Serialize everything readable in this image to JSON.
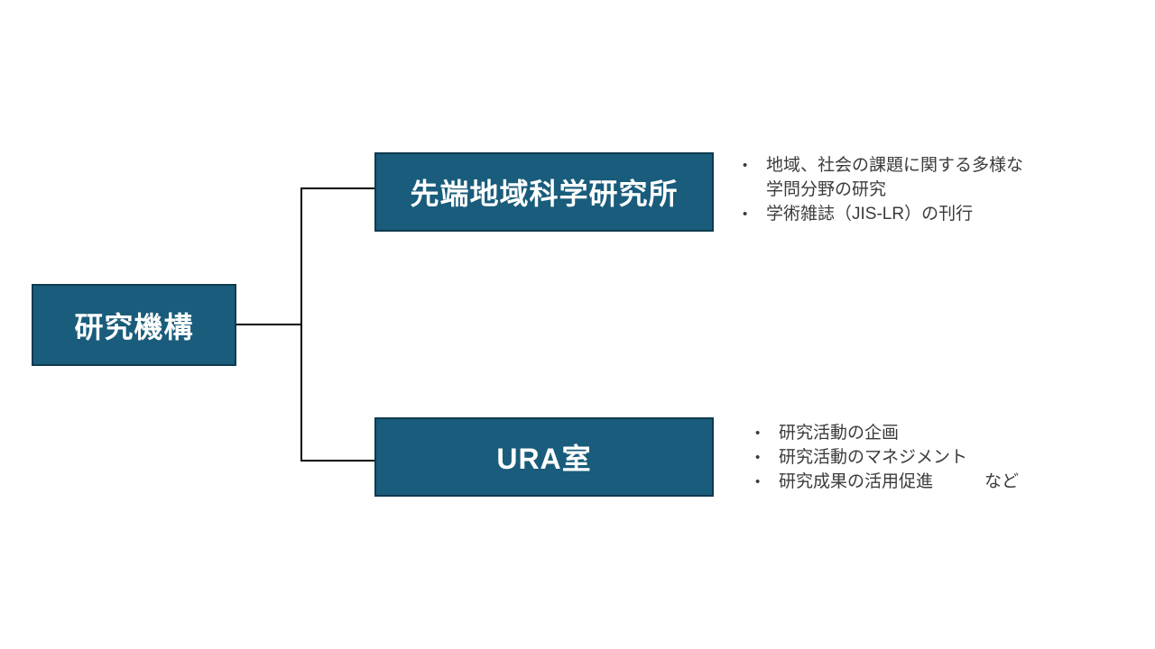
{
  "slide": {
    "background": "#ffffff"
  },
  "colors": {
    "box_fill": "#195c7b",
    "box_border": "#0f3a50",
    "connector": "#000000",
    "box_text": "#ffffff",
    "bullet_text": "#3b3b3b"
  },
  "icons": {
    "bullet": "•"
  },
  "org_chart": {
    "root": {
      "label": "研究機構"
    },
    "branches": [
      {
        "label": "先端地域科学研究所",
        "bullets": [
          "地域、社会の課題に関する多様な\n学問分野の研究",
          "学術雑誌（JIS-LR）の刊行"
        ]
      },
      {
        "label": "URA室",
        "bullets": [
          "研究活動の企画",
          "研究活動のマネジメント",
          "研究成果の活用促進　　　など"
        ]
      }
    ]
  }
}
